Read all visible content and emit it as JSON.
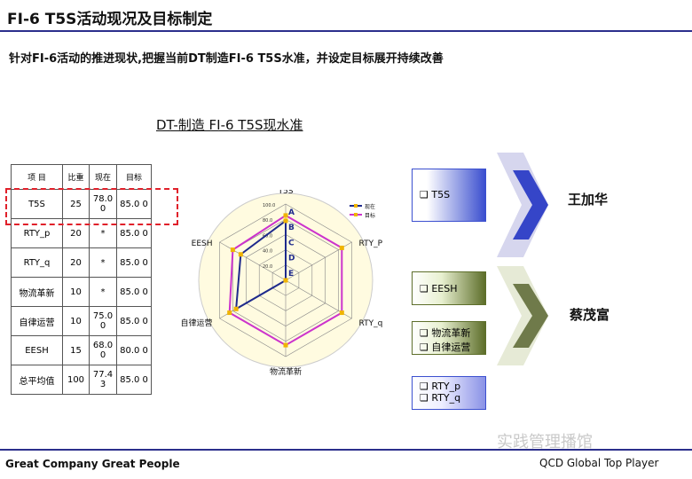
{
  "header": {
    "title": "FI-6 T5S活动现况及目标制定"
  },
  "subtitle": "针对FI-6活动的推进现状,把握当前DT制造FI-6 T5S水准，并设定目标展开持续改善",
  "chart_title": "DT-制造 FI-6 T5S现水准",
  "table": {
    "headers": [
      "项 目",
      "比重",
      "现在",
      "目标"
    ],
    "rows": [
      [
        "T5S",
        "25",
        "78.0 0",
        "85.0 0"
      ],
      [
        "RTY_p",
        "20",
        "*",
        "85.0 0"
      ],
      [
        "RTY_q",
        "20",
        "*",
        "85.0 0"
      ],
      [
        "物流革新",
        "10",
        "*",
        "85.0 0"
      ],
      [
        "自律运营",
        "10",
        "75.0 0",
        "85.0 0"
      ],
      [
        "EESH",
        "15",
        "68.0 0",
        "80.0 0"
      ],
      [
        "总平均值",
        "100",
        "77.4 3",
        "85.0 0"
      ]
    ]
  },
  "chart_data": {
    "type": "radar",
    "axes": [
      "T5S",
      "RTY_P",
      "RTY_q",
      "物流革新",
      "自律运营",
      "EESH"
    ],
    "rmax": 100,
    "ring_levels": [
      "A",
      "B",
      "C",
      "D",
      "E"
    ],
    "tick_labels": [
      "100.0",
      "80.0",
      "60.0",
      "40.0",
      "20.0"
    ],
    "series": [
      {
        "name": "现在",
        "color": "#1e2a8c",
        "values": [
          78,
          0,
          0,
          0,
          75,
          68
        ]
      },
      {
        "name": "目标",
        "color": "#cc33cc",
        "values": [
          85,
          85,
          85,
          85,
          85,
          80
        ]
      }
    ],
    "legend": [
      "现在",
      "目标"
    ]
  },
  "blocks": [
    {
      "lines": [
        "❑ T5S"
      ]
    },
    {
      "lines": [
        "❑ EESH"
      ]
    },
    {
      "lines": [
        "❑ 物流革新",
        "❑ 自律运营"
      ]
    },
    {
      "lines": [
        "❑ RTY_p",
        "❑ RTY_q"
      ]
    }
  ],
  "owners": [
    "王加华",
    "蔡茂富"
  ],
  "colors": {
    "accent": "#2b2f8c",
    "highlight": "#e0202a",
    "chart_bg": "#fffbe0"
  },
  "footer": {
    "left": "Great Company Great People",
    "right": "QCD Global Top Player"
  },
  "watermark": "实践管理播馆"
}
